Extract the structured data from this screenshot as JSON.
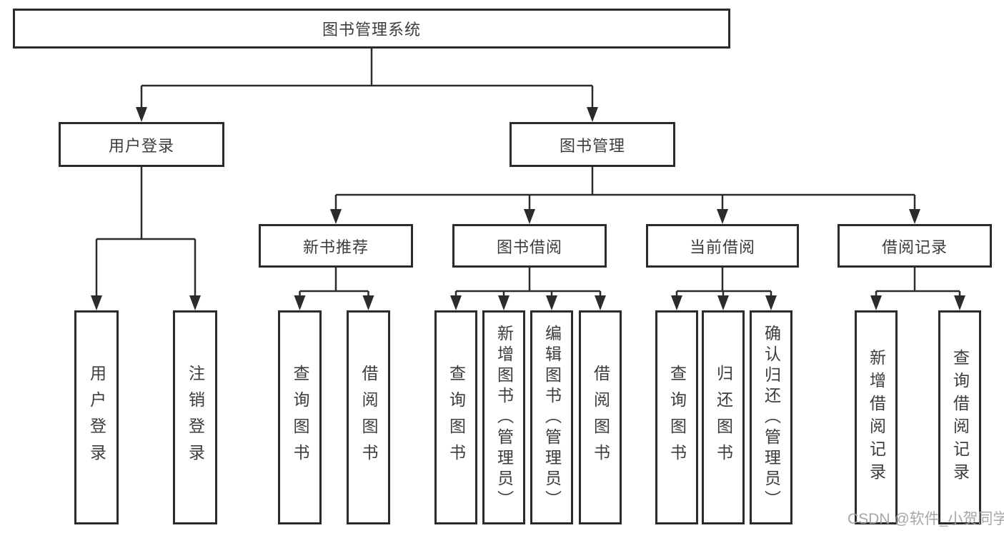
{
  "diagram": {
    "type": "tree-structure-chart",
    "root": {
      "label": "图书管理系统",
      "children": [
        {
          "label": "用户登录",
          "children": [
            {
              "label": "用户登录"
            },
            {
              "label": "注销登录"
            }
          ]
        },
        {
          "label": "图书管理",
          "children": [
            {
              "label": "新书推荐",
              "children": [
                {
                  "label": "查询图书"
                },
                {
                  "label": "借阅图书"
                }
              ]
            },
            {
              "label": "图书借阅",
              "children": [
                {
                  "label": "查询图书"
                },
                {
                  "label": "新增图书（管理员）"
                },
                {
                  "label": "编辑图书（管理员）"
                },
                {
                  "label": "借阅图书"
                }
              ]
            },
            {
              "label": "当前借阅",
              "children": [
                {
                  "label": "查询图书"
                },
                {
                  "label": "归还图书"
                },
                {
                  "label": "确认归还（管理员）"
                }
              ]
            },
            {
              "label": "借阅记录",
              "children": [
                {
                  "label": "新增借阅记录"
                },
                {
                  "label": "查询借阅记录"
                }
              ]
            }
          ]
        }
      ]
    },
    "watermark": "CSDN @软件_小贺同学",
    "colors": {
      "line": "#2b2b2b",
      "box_border": "#2b2b2b",
      "text": "#3c3c3c",
      "watermark": "#9e9e9e",
      "background": "#ffffff"
    }
  }
}
